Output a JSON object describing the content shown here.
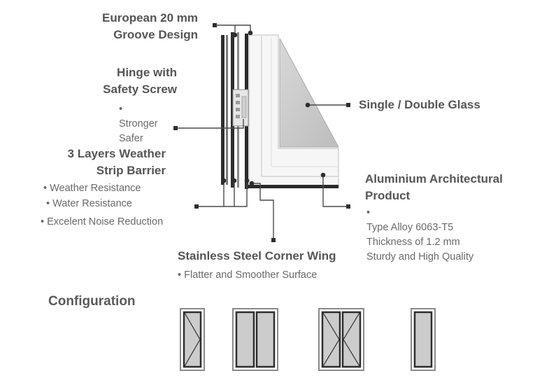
{
  "callouts": {
    "groove": {
      "title_line1": "European 20 mm",
      "title_line2": "Groove Design"
    },
    "hinge": {
      "title_line1": "Hinge with",
      "title_line2": "Safety Screw",
      "bullets": [
        "Stronger",
        "Safer"
      ]
    },
    "weather": {
      "title_line1": "3 Layers Weather",
      "title_line2": "Strip Barrier",
      "bullets": [
        "Weather Resistance",
        "Water Resistance",
        "Excelent Noise Reduction"
      ]
    },
    "glass": {
      "title": "Single / Double Glass"
    },
    "aluminium": {
      "title_line1": "Aluminium Architectural",
      "title_line2": "Product",
      "bullets": [
        "Type Alloy 6063-T5",
        "Thickness of 1.2 mm",
        "Sturdy and High Quality"
      ]
    },
    "corner": {
      "title": "Stainless Steel Corner Wing",
      "bullets": [
        "Flatter and Smoother Surface"
      ]
    }
  },
  "configuration": {
    "heading": "Configuration",
    "icons": [
      "window-config-single-sash-icon",
      "window-config-double-fixed-icon",
      "window-config-double-sash-icon",
      "window-config-single-fixed-icon"
    ]
  },
  "colors": {
    "text": "#555555",
    "frame_dark": "#333333",
    "glass": "#cfcfcf",
    "frame_white": "#f4f4f4"
  }
}
